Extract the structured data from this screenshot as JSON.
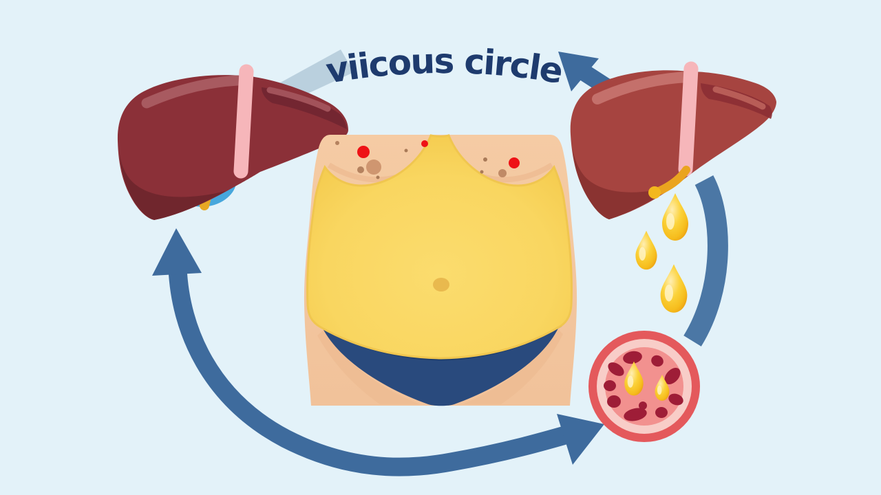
{
  "title": {
    "text": "viicous circle"
  },
  "illustration": {
    "name": "fatty-liver-vicious-circle-infographic",
    "parts": [
      {
        "name": "healthy-liver-illustration",
        "position": "top-left"
      },
      {
        "name": "obese-torso-illustration",
        "position": "center"
      },
      {
        "name": "fatty-liver-dripping-fat-illustration",
        "position": "top-right"
      },
      {
        "name": "fat-cell-illustration",
        "position": "bottom-right"
      },
      {
        "name": "cycle-arrows",
        "position": "around"
      }
    ]
  },
  "colors": {
    "background": "#e3f2f9",
    "title_navy": "#1e3b6e",
    "arrow_blue": "#3e6b9d",
    "arrow_pale": "#bad0de",
    "liver_left_main": "#8b3038",
    "liver_right_main": "#a64440",
    "ligament_pink": "#f6b6ba",
    "gallbladder_blue": "#47a7dc",
    "bile_duct_yellow": "#e8a824",
    "skin": "#f4c8a1",
    "belly_fat_yellow": "#f8d766",
    "briefs_navy": "#294a7d",
    "fat_droplet_gold": "#f8c624",
    "cell_ring_red": "#e4595c",
    "cell_fill_pink": "#f2918f",
    "cell_organelle_darkred": "#9e1d37",
    "spot_red": "#ee1216"
  }
}
